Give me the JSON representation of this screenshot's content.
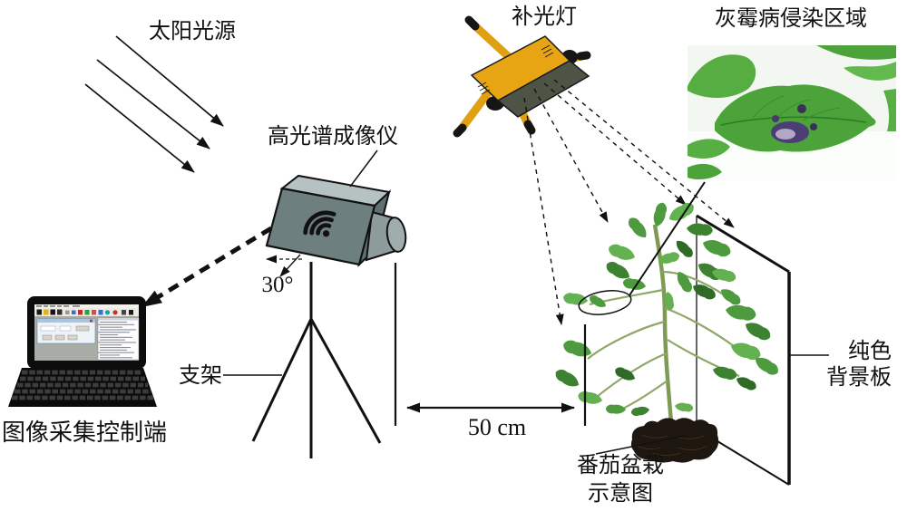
{
  "labels": {
    "sun_source": "太阳光源",
    "fill_light": "补光灯",
    "infection_region": "灰霉病侵染区域",
    "imager": "高光谱成像仪",
    "angle": "30°",
    "stand": "支架",
    "control_terminal": "图像采集控制端",
    "distance": "50 cm",
    "pot_label_line1": "番茄盆栽",
    "pot_label_line2": "示意图",
    "board_label_line1": "纯色",
    "board_label_line2": "背景板"
  },
  "colors": {
    "camera_body": "#6e7f80",
    "camera_top": "#b6c1c1",
    "camera_side": "#5e7072",
    "lens_barrel": "#8d9b9b",
    "lens_face": "#9fadad",
    "light_yellow": "#e8a513",
    "light_dark": "#4d5345",
    "board_fill": "#ffffff",
    "pot_dark": "#1e1710",
    "photo_bg": "#f3f7f2",
    "leaf_main": "#4ca339",
    "lesion": "#4a3e75",
    "lesion_center": "#b2a7c4",
    "line": "#111111"
  }
}
